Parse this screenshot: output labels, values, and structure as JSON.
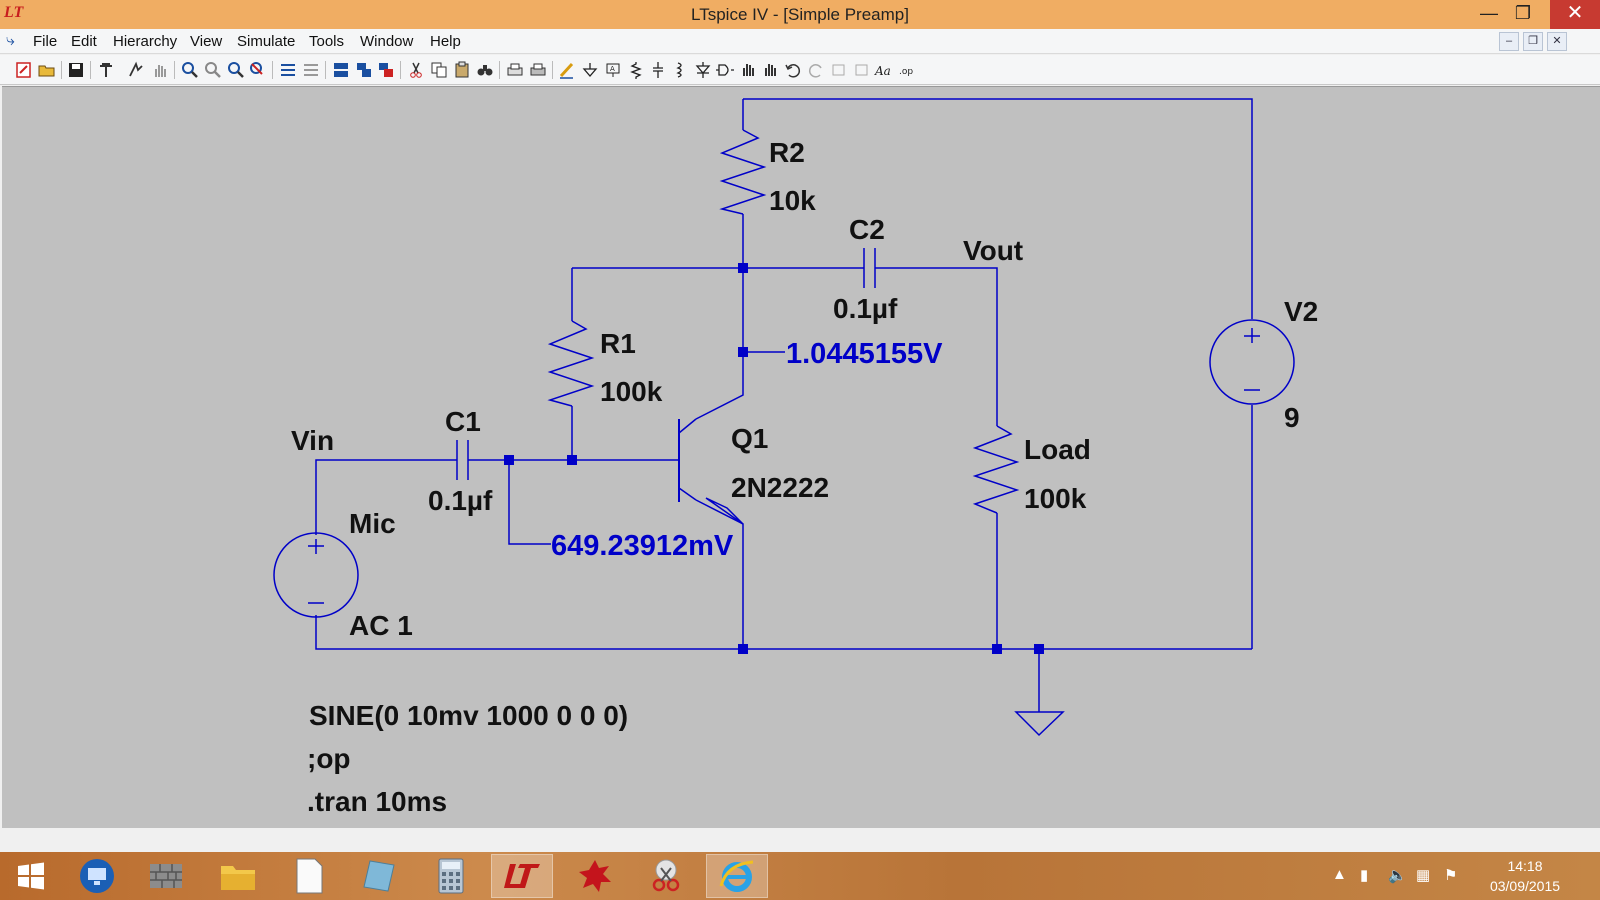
{
  "window": {
    "title": "LTspice IV - [Simple Preamp]",
    "logo": "LT"
  },
  "menu": [
    "File",
    "Edit",
    "Hierarchy",
    "View",
    "Simulate",
    "Tools",
    "Window",
    "Help"
  ],
  "schematic": {
    "components": {
      "r2": {
        "name": "R2",
        "value": "10k"
      },
      "r1": {
        "name": "R1",
        "value": "100k"
      },
      "c1": {
        "name": "C1",
        "value": "0.1µf"
      },
      "c2": {
        "name": "C2",
        "value": "0.1µf"
      },
      "q1": {
        "name": "Q1",
        "value": "2N2222"
      },
      "load": {
        "name": "Load",
        "value": "100k"
      },
      "v2": {
        "name": "V2",
        "value": "9"
      },
      "mic": {
        "name": "Mic",
        "value": "AC 1"
      }
    },
    "nets": {
      "vin": "Vin",
      "vout": "Vout"
    },
    "voltages": {
      "collector": "1.0445155V",
      "base": "649.23912mV"
    },
    "directives": [
      "SINE(0 10mv 1000 0 0 0)",
      ";op",
      ".tran 10ms"
    ],
    "wire_color": "#0000c8",
    "voltage_color": "#0000c8"
  },
  "taskbar": {
    "clock_time": "14:18",
    "clock_date": "03/09/2015"
  }
}
